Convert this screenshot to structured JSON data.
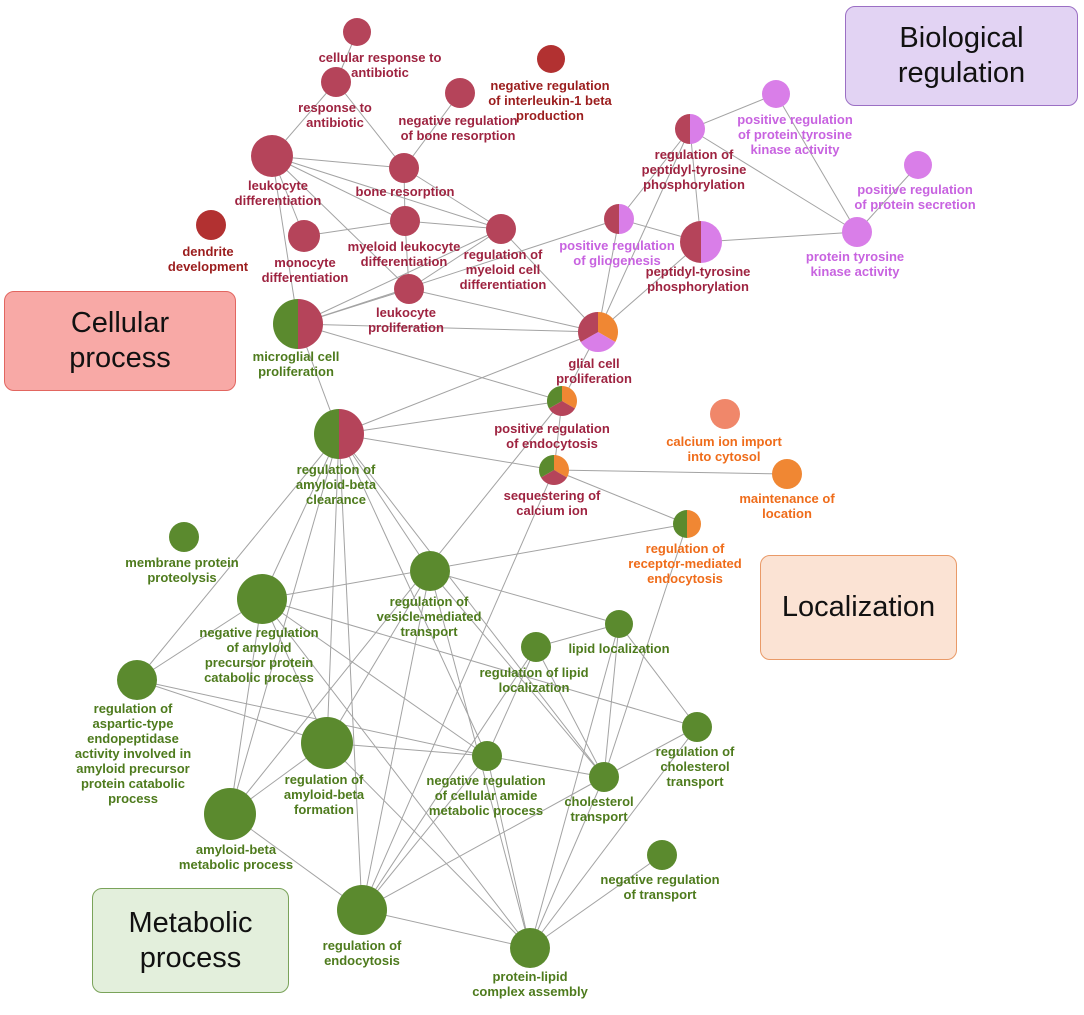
{
  "palette": {
    "cellular": "#b5445a",
    "biological": "#d97ee8",
    "localization": "#f08733",
    "metabolic": "#5b8a2e",
    "dark_red": "#b23131",
    "light_orange": "#f0876a",
    "edge": "#a3a3a3"
  },
  "categories": [
    {
      "id": "cellular",
      "label": "Cellular\nprocess",
      "fill": "#f8a9a6",
      "border": "#e26660"
    },
    {
      "id": "biological",
      "label": "Biological\nregulation",
      "fill": "#e2d3f3",
      "border": "#9b6fc4"
    },
    {
      "id": "localization",
      "label": "Localization",
      "fill": "#fbe3d4",
      "border": "#e99a68"
    },
    {
      "id": "metabolic",
      "label": "Metabolic\nprocess",
      "fill": "#e3efdc",
      "border": "#7aa35a"
    }
  ],
  "nodes": [
    {
      "id": "n1",
      "label": [
        "cellular response to",
        "antibiotic"
      ],
      "groups": [
        "cellular"
      ]
    },
    {
      "id": "n2",
      "label": [
        "negative regulation",
        "of interleukin-1 beta",
        "production"
      ],
      "groups": [
        "dark_red"
      ]
    },
    {
      "id": "n3",
      "label": [
        "response to",
        "antibiotic"
      ],
      "groups": [
        "cellular"
      ]
    },
    {
      "id": "n4",
      "label": [
        "negative regulation",
        "of bone resorption"
      ],
      "groups": [
        "cellular"
      ]
    },
    {
      "id": "n5",
      "label": [
        "leukocyte",
        "differentiation"
      ],
      "groups": [
        "cellular"
      ]
    },
    {
      "id": "n6",
      "label": [
        "bone resorption"
      ],
      "groups": [
        "cellular"
      ]
    },
    {
      "id": "n7",
      "label": [
        "dendrite",
        "development"
      ],
      "groups": [
        "dark_red"
      ]
    },
    {
      "id": "n8",
      "label": [
        "monocyte",
        "differentiation"
      ],
      "groups": [
        "cellular"
      ]
    },
    {
      "id": "n9",
      "label": [
        "myeloid leukocyte",
        "differentiation"
      ],
      "groups": [
        "cellular"
      ]
    },
    {
      "id": "n10",
      "label": [
        "regulation of",
        "myeloid cell",
        "differentiation"
      ],
      "groups": [
        "cellular"
      ]
    },
    {
      "id": "n11",
      "label": [
        "leukocyte",
        "proliferation"
      ],
      "groups": [
        "cellular"
      ]
    },
    {
      "id": "n12",
      "label": [
        "microglial cell",
        "proliferation"
      ],
      "groups": [
        "metabolic",
        "cellular"
      ]
    },
    {
      "id": "n13",
      "label": [
        "positive regulation",
        "of protein tyrosine",
        "kinase activity"
      ],
      "groups": [
        "biological"
      ]
    },
    {
      "id": "n14",
      "label": [
        "regulation of",
        "peptidyl-tyrosine",
        "phosphorylation"
      ],
      "groups": [
        "cellular",
        "biological"
      ]
    },
    {
      "id": "n15",
      "label": [
        "positive regulation",
        "of protein secretion"
      ],
      "groups": [
        "biological"
      ]
    },
    {
      "id": "n16",
      "label": [
        "positive regulation",
        "of gliogenesis"
      ],
      "groups": [
        "cellular",
        "biological"
      ]
    },
    {
      "id": "n17",
      "label": [
        "peptidyl-tyrosine",
        "phosphorylation"
      ],
      "groups": [
        "cellular",
        "biological"
      ]
    },
    {
      "id": "n18",
      "label": [
        "protein tyrosine",
        "kinase activity"
      ],
      "groups": [
        "biological"
      ]
    },
    {
      "id": "n19",
      "label": [
        "glial cell",
        "proliferation"
      ],
      "groups": [
        "localization",
        "biological",
        "cellular"
      ]
    },
    {
      "id": "n20",
      "label": [
        "positive regulation",
        "of endocytosis"
      ],
      "groups": [
        "localization",
        "cellular",
        "metabolic"
      ]
    },
    {
      "id": "n21",
      "label": [
        "regulation of",
        "amyloid-beta",
        "clearance"
      ],
      "groups": [
        "metabolic",
        "cellular"
      ]
    },
    {
      "id": "n22",
      "label": [
        "calcium ion import",
        "into cytosol"
      ],
      "groups": [
        "light_orange"
      ]
    },
    {
      "id": "n23",
      "label": [
        "sequestering of",
        "calcium ion"
      ],
      "groups": [
        "localization",
        "cellular",
        "metabolic"
      ]
    },
    {
      "id": "n24",
      "label": [
        "maintenance of",
        "location"
      ],
      "groups": [
        "localization"
      ]
    },
    {
      "id": "n25",
      "label": [
        "regulation of",
        "receptor-mediated",
        "endocytosis"
      ],
      "groups": [
        "metabolic",
        "localization"
      ]
    },
    {
      "id": "n26",
      "label": [
        "membrane protein",
        "proteolysis"
      ],
      "groups": [
        "metabolic"
      ]
    },
    {
      "id": "n27",
      "label": [
        "negative regulation",
        "of amyloid",
        "precursor protein",
        "catabolic process"
      ],
      "groups": [
        "metabolic"
      ]
    },
    {
      "id": "n28",
      "label": [
        "regulation of",
        "vesicle-mediated",
        "transport"
      ],
      "groups": [
        "metabolic"
      ]
    },
    {
      "id": "n29",
      "label": [
        "lipid localization"
      ],
      "groups": [
        "metabolic"
      ]
    },
    {
      "id": "n30",
      "label": [
        "regulation of lipid",
        "localization"
      ],
      "groups": [
        "metabolic"
      ]
    },
    {
      "id": "n31",
      "label": [
        "regulation of",
        "aspartic-type",
        "endopeptidase",
        "activity involved in",
        "amyloid precursor",
        "protein catabolic",
        "process"
      ],
      "groups": [
        "metabolic"
      ]
    },
    {
      "id": "n32",
      "label": [
        "regulation of",
        "cholesterol",
        "transport"
      ],
      "groups": [
        "metabolic"
      ]
    },
    {
      "id": "n33",
      "label": [
        "regulation of",
        "amyloid-beta",
        "formation"
      ],
      "groups": [
        "metabolic"
      ]
    },
    {
      "id": "n34",
      "label": [
        "negative regulation",
        "of cellular amide",
        "metabolic process"
      ],
      "groups": [
        "metabolic"
      ]
    },
    {
      "id": "n35",
      "label": [
        "cholesterol",
        "transport"
      ],
      "groups": [
        "metabolic"
      ]
    },
    {
      "id": "n36",
      "label": [
        "amyloid-beta",
        "metabolic process"
      ],
      "groups": [
        "metabolic"
      ]
    },
    {
      "id": "n37",
      "label": [
        "negative regulation",
        "of transport"
      ],
      "groups": [
        "metabolic"
      ]
    },
    {
      "id": "n38",
      "label": [
        "regulation of",
        "endocytosis"
      ],
      "groups": [
        "metabolic"
      ]
    },
    {
      "id": "n39",
      "label": [
        "protein-lipid",
        "complex assembly"
      ],
      "groups": [
        "metabolic"
      ]
    }
  ],
  "edges": [
    [
      "n1",
      "n3"
    ],
    [
      "n3",
      "n5"
    ],
    [
      "n3",
      "n6"
    ],
    [
      "n4",
      "n6"
    ],
    [
      "n5",
      "n6"
    ],
    [
      "n5",
      "n9"
    ],
    [
      "n5",
      "n10"
    ],
    [
      "n5",
      "n11"
    ],
    [
      "n6",
      "n10"
    ],
    [
      "n9",
      "n10"
    ],
    [
      "n8",
      "n9"
    ],
    [
      "n9",
      "n11"
    ],
    [
      "n10",
      "n11"
    ],
    [
      "n5",
      "n8"
    ],
    [
      "n5",
      "n12"
    ],
    [
      "n6",
      "n9"
    ],
    [
      "n10",
      "n12"
    ],
    [
      "n10",
      "n19"
    ],
    [
      "n11",
      "n12"
    ],
    [
      "n11",
      "n19"
    ],
    [
      "n12",
      "n19"
    ],
    [
      "n12",
      "n16"
    ],
    [
      "n16",
      "n19"
    ],
    [
      "n14",
      "n16"
    ],
    [
      "n14",
      "n19"
    ],
    [
      "n14",
      "n17"
    ],
    [
      "n13",
      "n14"
    ],
    [
      "n13",
      "n18"
    ],
    [
      "n15",
      "n18"
    ],
    [
      "n14",
      "n18"
    ],
    [
      "n17",
      "n18"
    ],
    [
      "n16",
      "n17"
    ],
    [
      "n17",
      "n19"
    ],
    [
      "n19",
      "n20"
    ],
    [
      "n19",
      "n21"
    ],
    [
      "n12",
      "n20"
    ],
    [
      "n20",
      "n21"
    ],
    [
      "n20",
      "n23"
    ],
    [
      "n23",
      "n24"
    ],
    [
      "n21",
      "n23"
    ],
    [
      "n23",
      "n25"
    ],
    [
      "n21",
      "n27"
    ],
    [
      "n21",
      "n28"
    ],
    [
      "n21",
      "n33"
    ],
    [
      "n21",
      "n36"
    ],
    [
      "n21",
      "n38"
    ],
    [
      "n21",
      "n34"
    ],
    [
      "n21",
      "n35"
    ],
    [
      "n25",
      "n27"
    ],
    [
      "n28",
      "n29"
    ],
    [
      "n29",
      "n30"
    ],
    [
      "n29",
      "n35"
    ],
    [
      "n29",
      "n32"
    ],
    [
      "n30",
      "n35"
    ],
    [
      "n30",
      "n34"
    ],
    [
      "n32",
      "n35"
    ],
    [
      "n27",
      "n33"
    ],
    [
      "n27",
      "n31"
    ],
    [
      "n27",
      "n36"
    ],
    [
      "n27",
      "n34"
    ],
    [
      "n27",
      "n32"
    ],
    [
      "n31",
      "n33"
    ],
    [
      "n31",
      "n34"
    ],
    [
      "n33",
      "n36"
    ],
    [
      "n33",
      "n34"
    ],
    [
      "n33",
      "n39"
    ],
    [
      "n34",
      "n35"
    ],
    [
      "n34",
      "n38"
    ],
    [
      "n34",
      "n39"
    ],
    [
      "n35",
      "n38"
    ],
    [
      "n35",
      "n39"
    ],
    [
      "n36",
      "n38"
    ],
    [
      "n38",
      "n39"
    ],
    [
      "n28",
      "n33"
    ],
    [
      "n28",
      "n38"
    ],
    [
      "n28",
      "n39"
    ],
    [
      "n37",
      "n39"
    ],
    [
      "n20",
      "n36"
    ],
    [
      "n23",
      "n38"
    ],
    [
      "n28",
      "n35"
    ],
    [
      "n32",
      "n39"
    ],
    [
      "n27",
      "n39"
    ],
    [
      "n30",
      "n38"
    ],
    [
      "n21",
      "n31"
    ],
    [
      "n12",
      "n21"
    ],
    [
      "n25",
      "n35"
    ],
    [
      "n29",
      "n39"
    ]
  ]
}
